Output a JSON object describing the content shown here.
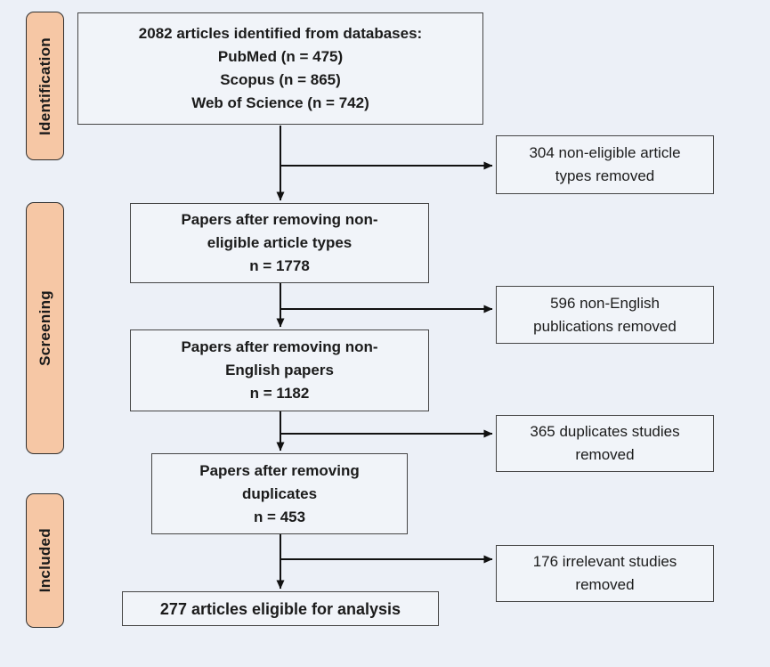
{
  "diagram_type": "prisma-flow",
  "colors": {
    "background": "#ecf0f7",
    "box_fill": "#f1f4f9",
    "box_border": "#454545",
    "stage_fill": "#f6c7a5",
    "stage_border": "#2f2f2f",
    "arrow": "#111111",
    "text": "#1b1b1b"
  },
  "sidebar": {
    "stages": [
      {
        "label": "Identification"
      },
      {
        "label": "Screening"
      },
      {
        "label": "Included"
      }
    ]
  },
  "flow": {
    "main_boxes": [
      {
        "lines": [
          "2082 articles identified from databases:",
          "PubMed (n = 475)",
          "Scopus (n = 865)",
          "Web of Science (n = 742)"
        ]
      },
      {
        "lines": [
          "Papers after removing non-",
          "eligible article types",
          "n = 1778"
        ]
      },
      {
        "lines": [
          "Papers after removing non-",
          "English papers",
          "n = 1182"
        ]
      },
      {
        "lines": [
          "Papers after removing",
          "duplicates",
          "n = 453"
        ]
      },
      {
        "lines": [
          "277 articles eligible for analysis"
        ]
      }
    ],
    "side_boxes": [
      {
        "lines": [
          "304 non-eligible article",
          "types removed"
        ]
      },
      {
        "lines": [
          "596 non-English",
          "publications removed"
        ]
      },
      {
        "lines": [
          "365 duplicates studies",
          "removed"
        ]
      },
      {
        "lines": [
          "176 irrelevant studies",
          "removed"
        ]
      }
    ]
  }
}
